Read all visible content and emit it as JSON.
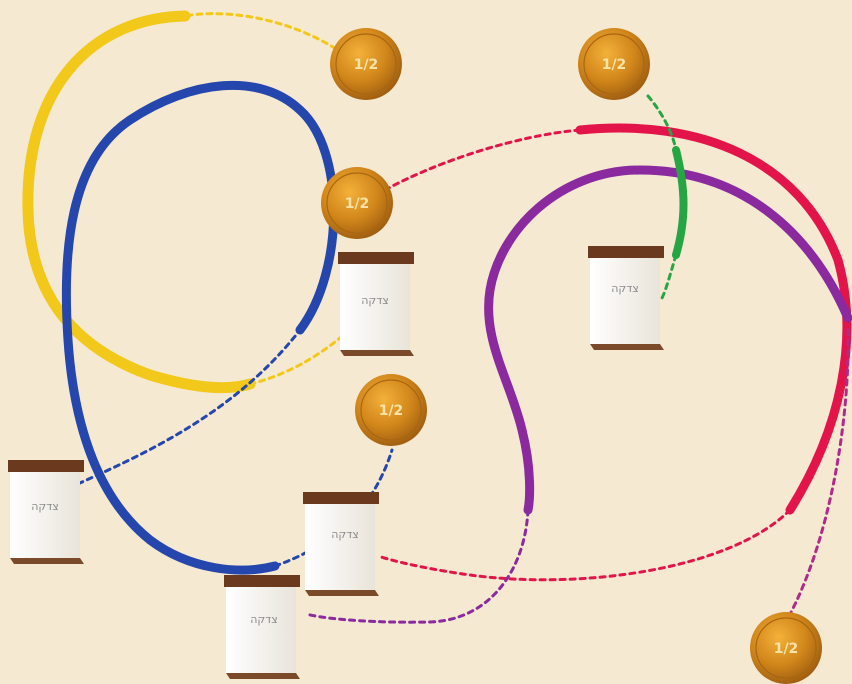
{
  "colors": {
    "background": "#f5e9d1",
    "yellow": "#f2c81b",
    "blue": "#2446ad",
    "red": "#e3144a",
    "purple": "#8a2a9e",
    "green": "#26a544",
    "coin": "#cf8a18",
    "box_top": "#6b3a1e",
    "box_body": "#f7f4ee"
  },
  "coins": [
    {
      "id": "coin-1",
      "value": "1/2"
    },
    {
      "id": "coin-2",
      "value": "1/2"
    },
    {
      "id": "coin-3",
      "value": "1/2"
    },
    {
      "id": "coin-4",
      "value": "1/2"
    },
    {
      "id": "coin-5",
      "value": "1/2"
    }
  ],
  "boxes": [
    {
      "id": "box-1",
      "label": "צדקה"
    },
    {
      "id": "box-2",
      "label": "צדקה"
    },
    {
      "id": "box-3",
      "label": "צדקה"
    },
    {
      "id": "box-4",
      "label": "צדקה"
    },
    {
      "id": "box-5",
      "label": "צדקה"
    }
  ],
  "paths": [
    {
      "name": "yellow",
      "color_key": "yellow"
    },
    {
      "name": "blue",
      "color_key": "blue"
    },
    {
      "name": "red",
      "color_key": "red"
    },
    {
      "name": "purple",
      "color_key": "purple"
    },
    {
      "name": "green",
      "color_key": "green"
    }
  ]
}
